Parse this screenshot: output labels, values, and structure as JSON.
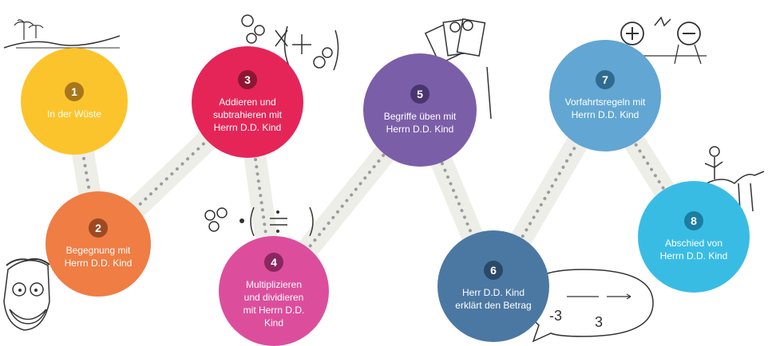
{
  "steps": [
    {
      "number": "1",
      "label": "In der Wüste",
      "color": "#fcc42c",
      "badge": "#a8761a"
    },
    {
      "number": "2",
      "label": "Begegnung mit Herrn D.D. Kind",
      "color": "#ef7d44",
      "badge": "#9d4a22"
    },
    {
      "number": "3",
      "label": "Addieren und subtrahieren mit Herrn D.D. Kind",
      "color": "#e52558",
      "badge": "#8e1633"
    },
    {
      "number": "4",
      "label": "Multiplizieren und dividieren mit Herrn D.D. Kind",
      "color": "#dc4e9c",
      "badge": "#8a2660"
    },
    {
      "number": "5",
      "label": "Begriffe üben mit Herrn D.D. Kind",
      "color": "#7b5ea8",
      "badge": "#4a3570"
    },
    {
      "number": "6",
      "label": "Herr D.D. Kind erklärt den Betrag",
      "color": "#4b78a2",
      "badge": "#2b4968"
    },
    {
      "number": "7",
      "label": "Vorfahrtsregeln mit Herrn D.D. Kind",
      "color": "#62a6d3",
      "badge": "#2f6a91"
    },
    {
      "number": "8",
      "label": "Abschied von Herrn D.D. Kind",
      "color": "#39bce4",
      "badge": "#1b7ea0"
    }
  ],
  "doodles": {
    "desert": "desert-landscape",
    "teacher": "teacher-face",
    "math_add": "math-add-doodle",
    "math_mult": "math-mult-doodle",
    "cards": "card-hand-doodle",
    "figures": "plus-minus-figures",
    "camel": "camel-rider",
    "number_line": "number-line-bubble",
    "bubble_text_a": "-3",
    "bubble_text_b": "3"
  }
}
